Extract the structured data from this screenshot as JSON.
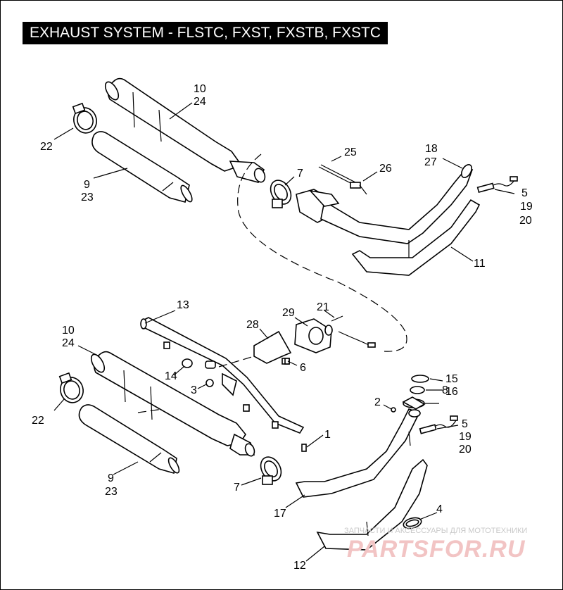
{
  "title": "EXHAUST SYSTEM - FLSTC, FXST, FXSTB, FXSTC",
  "callouts": {
    "c10_24_top": [
      "10",
      "24"
    ],
    "c22_top": "22",
    "c9_23_top": [
      "9",
      "23"
    ],
    "c7_top": "7",
    "c25": "25",
    "c26": "26",
    "c18_27": [
      "18",
      "27"
    ],
    "c5_19_20_top": [
      "5",
      "19",
      "20"
    ],
    "c11": "11",
    "c13": "13",
    "c29": "29",
    "c21": "21",
    "c28": "28",
    "c6": "6",
    "c10_24_bottom": [
      "10",
      "24"
    ],
    "c14": "14",
    "c3": "3",
    "c22_bottom": "22",
    "c15": "15",
    "c16": "16",
    "c8": "8",
    "c2": "2",
    "c5_19_20_bottom": [
      "5",
      "19",
      "20"
    ],
    "c1": "1",
    "c9_23_bottom": [
      "9",
      "23"
    ],
    "c7_bottom": "7",
    "c17": "17",
    "c4": "4",
    "c12": "12"
  },
  "watermark": {
    "top_line": "ЗАПЧАСТИ И АКСЕССУАРЫ ДЛЯ МОТОТЕХНИКИ",
    "brand": "PARTSFOR.RU"
  }
}
